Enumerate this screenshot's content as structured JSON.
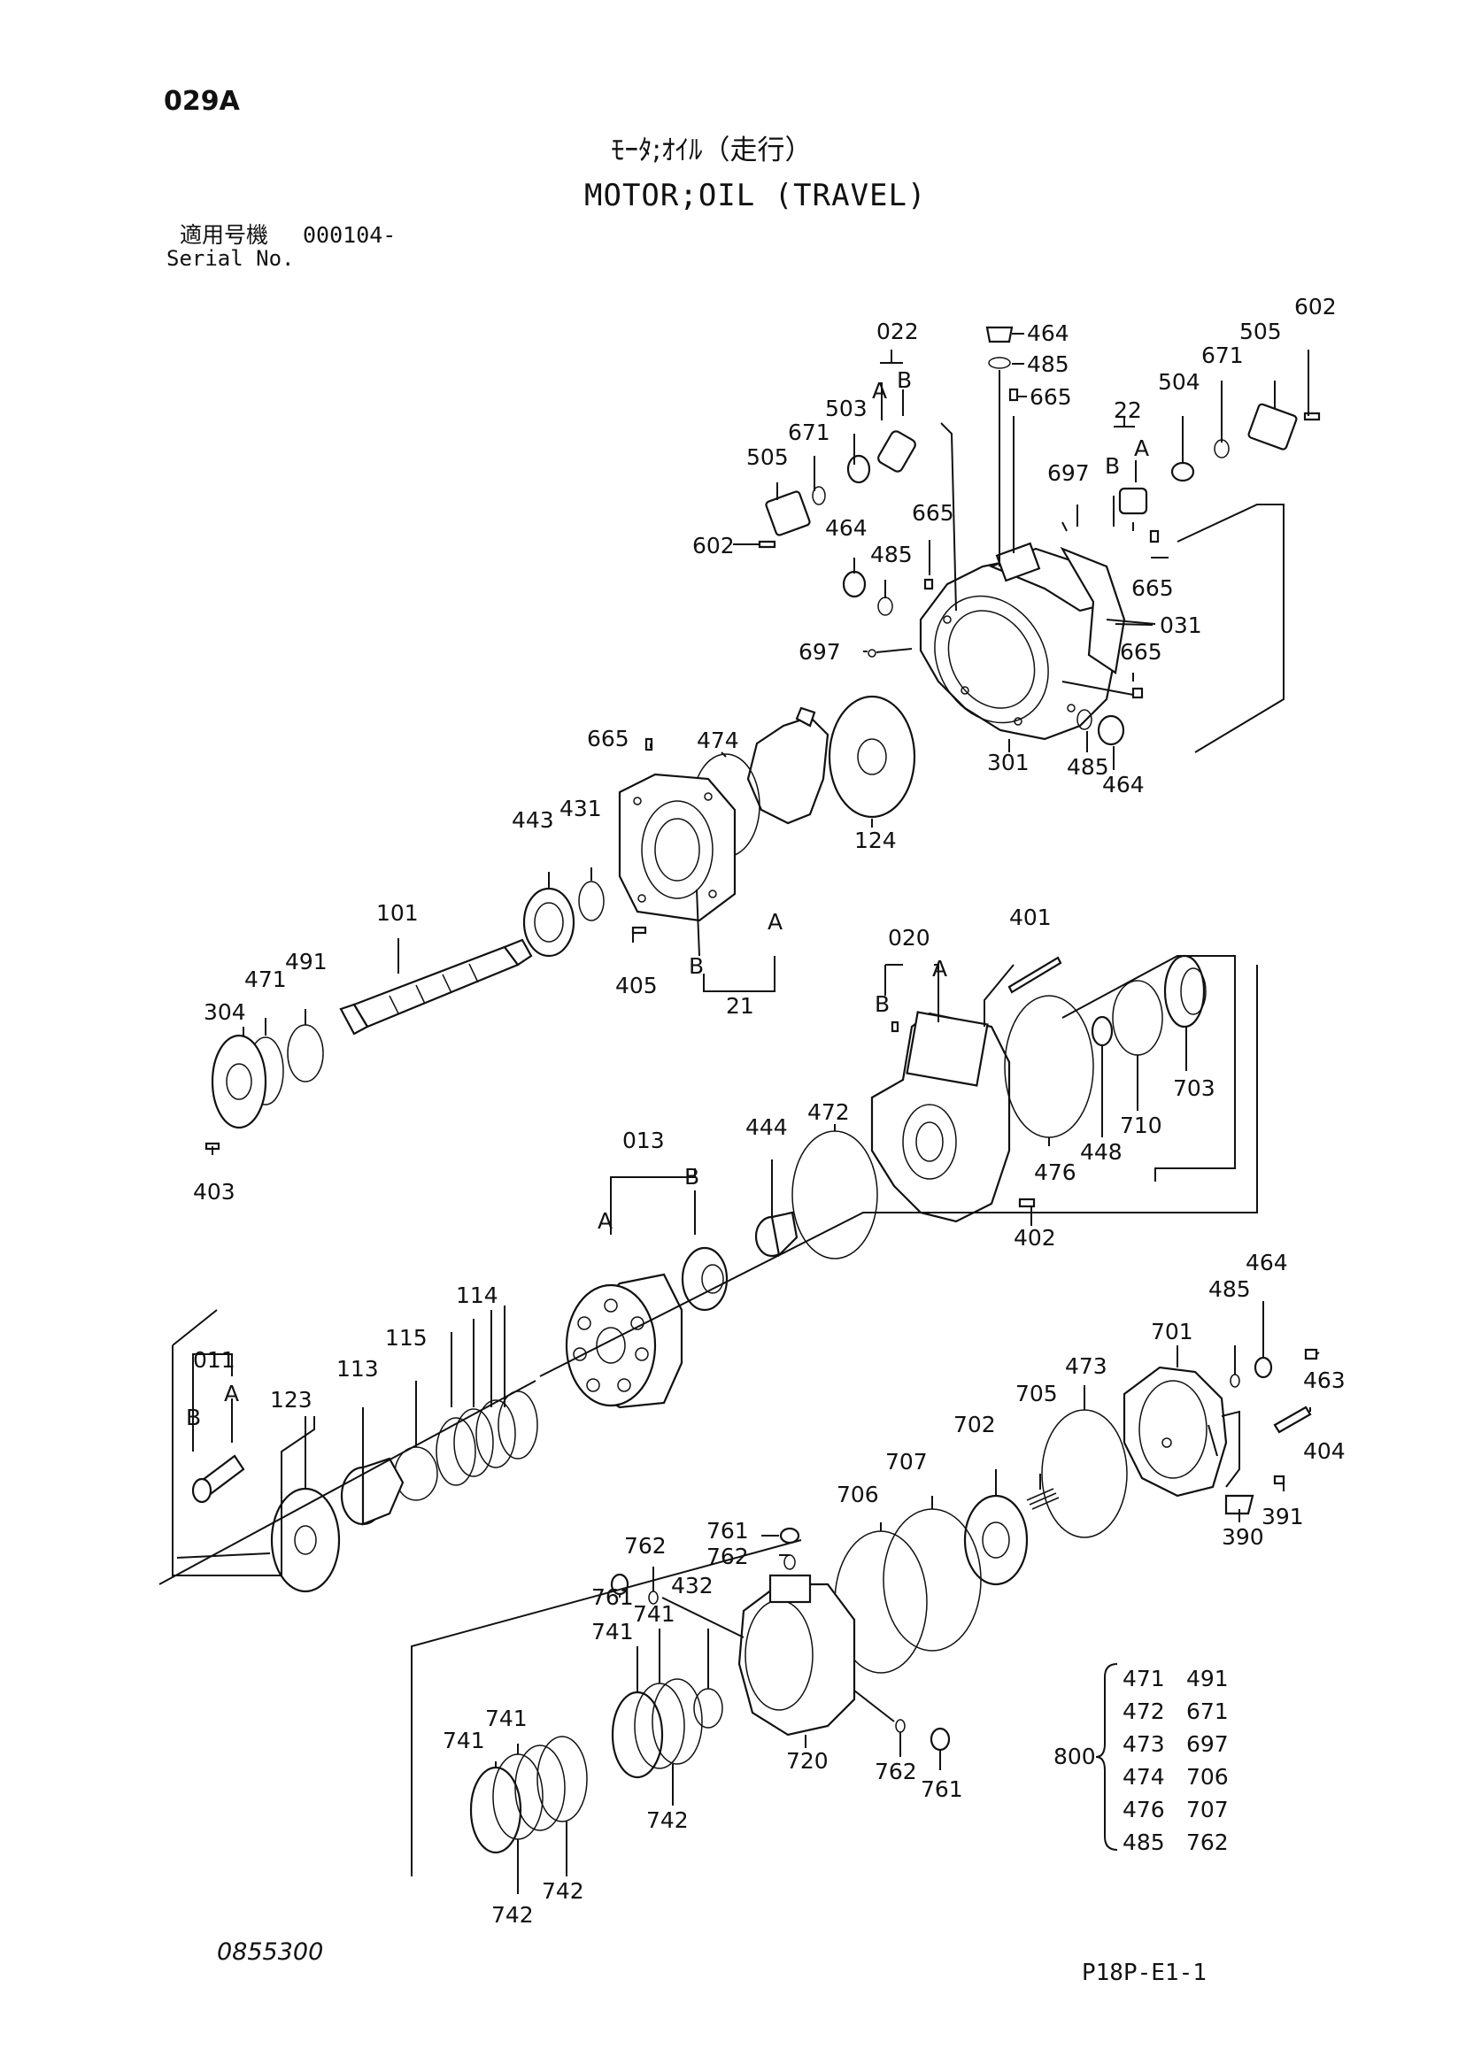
{
  "header": {
    "code": "029A",
    "title_jp": "ﾓｰﾀ;ｵｲﾙ（走行）",
    "title_en": "MOTOR;OIL (TRAVEL)",
    "serial_label_jp": "適用号機",
    "serial_value": "000104-",
    "serial_label_en": "Serial No."
  },
  "footer": {
    "doc_number": "0855300",
    "page_ref": "P18P-E1-1"
  },
  "callouts": {
    "c022": "022",
    "c464a": "464",
    "c485a": "485",
    "c665a": "665",
    "c602a": "602",
    "c505a": "505",
    "c671a": "671",
    "c504": "504",
    "c22": "22",
    "cA1": "A",
    "cB1": "B",
    "c697a": "697",
    "c503": "503",
    "cA2": "A",
    "cB2": "B",
    "c671b": "671",
    "c505b": "505",
    "c602b": "602",
    "c665b": "665",
    "c464b": "464",
    "c485b": "485",
    "c665c": "665",
    "c031": "031",
    "c697b": "697",
    "c665d": "665",
    "c301": "301",
    "c485c": "485",
    "c464c": "464",
    "c665e": "665",
    "c474": "474",
    "c124": "124",
    "c443": "443",
    "c431": "431",
    "c101": "101",
    "cA3": "A",
    "cB3": "B",
    "c405": "405",
    "c21": "21",
    "c491": "491",
    "c471": "471",
    "c304": "304",
    "c403": "403",
    "c401": "401",
    "c020": "020",
    "cA4": "A",
    "cB4": "B",
    "c703": "703",
    "c710": "710",
    "c448": "448",
    "c476": "476",
    "c472": "472",
    "c444": "444",
    "c402": "402",
    "c013": "013",
    "cB5": "B",
    "cA5": "A",
    "c114": "114",
    "c115": "115",
    "c113": "113",
    "c123": "123",
    "c011": "011",
    "cB6": "B",
    "cA6": "A",
    "c701": "701",
    "c485d": "485",
    "c464d": "464",
    "c463": "463",
    "c404": "404",
    "c473": "473",
    "c705": "705",
    "c702": "702",
    "c707": "707",
    "c706": "706",
    "c391": "391",
    "c390": "390",
    "c761a": "761",
    "c762a": "762",
    "c762b": "762",
    "c761b": "761",
    "c432": "432",
    "c741a": "741",
    "c741b": "741",
    "c741c": "741",
    "c741d": "741",
    "c720": "720",
    "c762c": "762",
    "c761c": "761",
    "c742a": "742",
    "c742b": "742",
    "c742c": "742",
    "c800": "800"
  },
  "kit_800": {
    "rows": [
      [
        "471",
        "491"
      ],
      [
        "472",
        "671"
      ],
      [
        "473",
        "697"
      ],
      [
        "474",
        "706"
      ],
      [
        "476",
        "707"
      ],
      [
        "485",
        "762"
      ]
    ]
  }
}
